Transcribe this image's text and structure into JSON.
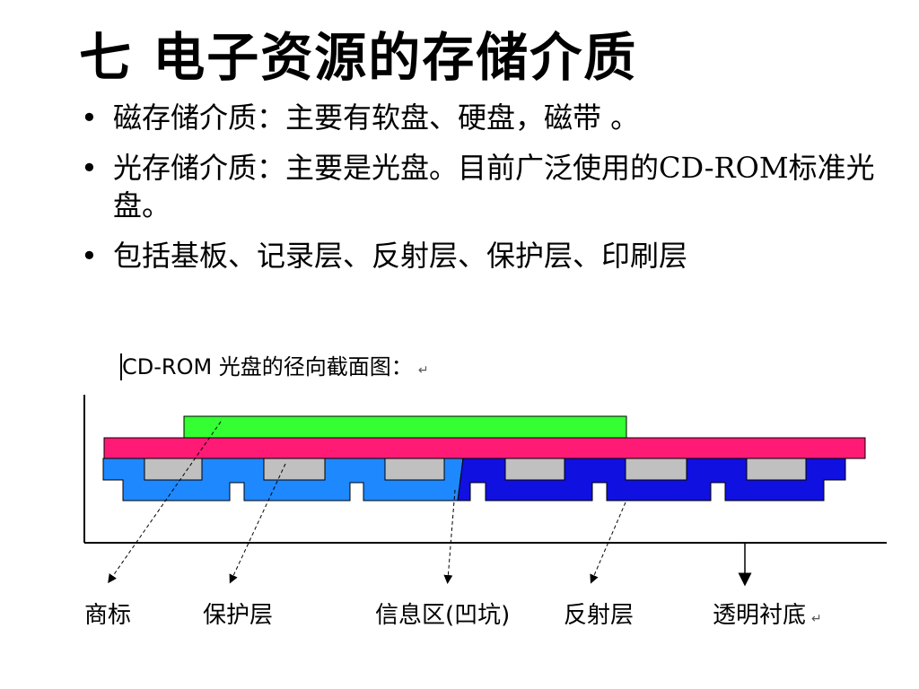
{
  "title": "七 电子资源的存储介质",
  "bullets": [
    {
      "marker": "•",
      "text": "磁存储介质：主要有软盘、硬盘，磁带 。"
    },
    {
      "marker": "•",
      "text": "光存储介质：主要是光盘。目前广泛使用的CD-ROM标准光盘。"
    },
    {
      "marker": "•",
      "text": "包括基板、记录层、反射层、保护层、印刷层"
    }
  ],
  "diagram": {
    "caption": "CD-ROM 光盘的径向截面图：",
    "return_mark": "↵",
    "labels": {
      "trademark": "商标",
      "protective_layer": "保护层",
      "info_area": "信息区(凹坑)",
      "reflective_layer": "反射层",
      "substrate": "透明衬底"
    },
    "colors": {
      "trademark_layer": "#33ff33",
      "label_layer": "#ff1a75",
      "pit_blocks": "#c0c0c0",
      "substrate_light": "#1e88ff",
      "substrate_dark": "#1010e0"
    }
  }
}
